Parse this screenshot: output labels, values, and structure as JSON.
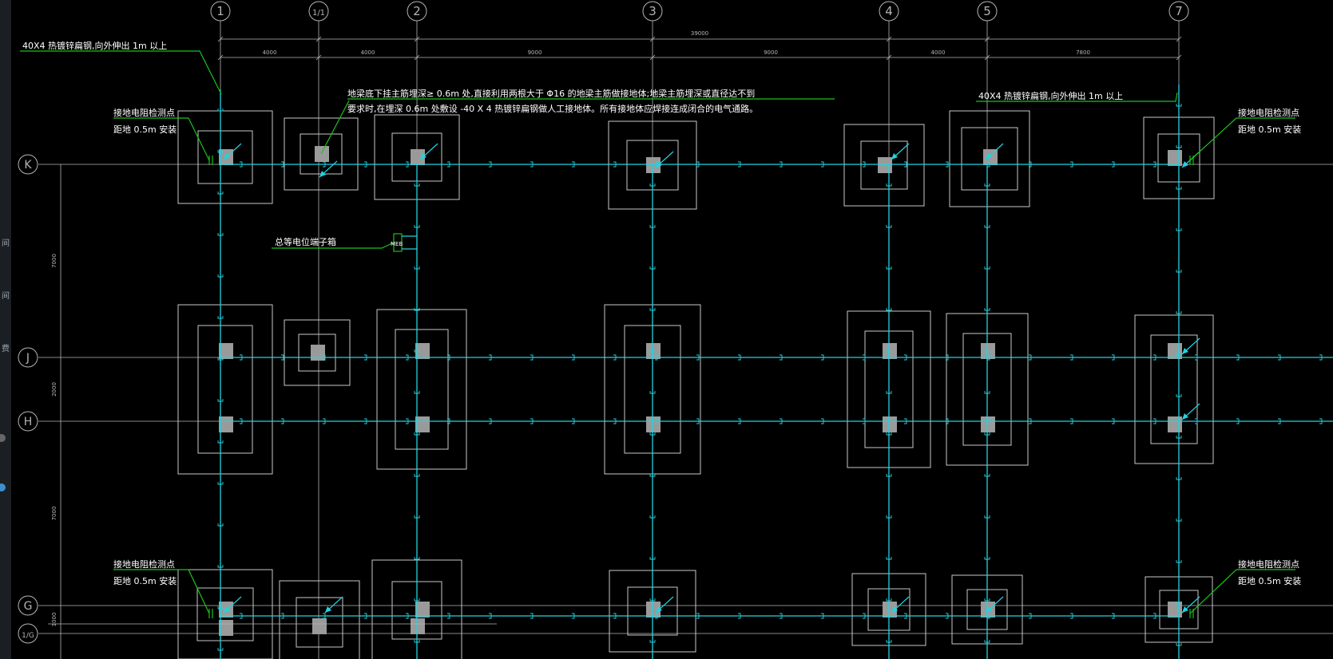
{
  "window": {
    "left_panel_labels": [
      "间",
      "间",
      "费"
    ]
  },
  "drawing": {
    "colors": {
      "grounding_line": "#22d3e0",
      "structure": "#c8c8c8",
      "leader": "#19c219",
      "column": "#9a9a9a",
      "text": "#ffffff",
      "grid": "#b4b4b4"
    },
    "axes_vertical": [
      "1",
      "1/1",
      "2",
      "3",
      "4",
      "5",
      "7"
    ],
    "axes_horizontal": [
      "K",
      "J",
      "H",
      "G",
      "1/G"
    ],
    "dimensions_top_total": "39000",
    "dimensions_top": [
      "4000",
      "4000",
      "9000",
      "9000",
      "4000",
      "7800"
    ],
    "dimensions_left": [
      "7000",
      "2000",
      "7000",
      "1000"
    ],
    "notes": {
      "top_left_flat_steel": "40X4  热镀锌扁钢,向外伸出    1m  以上",
      "top_right_flat_steel": "40X4  热镀锌扁钢,向外伸出    1m  以上",
      "center_note_line1": "地梁底下挂主筋埋深≥    0.6m  处,直接利用两根大于     Φ16  的地梁主筋做接地体;地梁主筋埋深或直径达不到",
      "center_note_line2": "要求时,在埋深    0.6m  处敷设 -40  X 4 热镀锌扁钢做人工接地体。所有接地体应焊接连成闭合的电气通路。",
      "test_point_title": "接地电阻检测点",
      "test_point_detail": "距地 0.5m   安装",
      "meb_box_label": "总等电位端子箱",
      "meb_tag": "MEB"
    }
  }
}
